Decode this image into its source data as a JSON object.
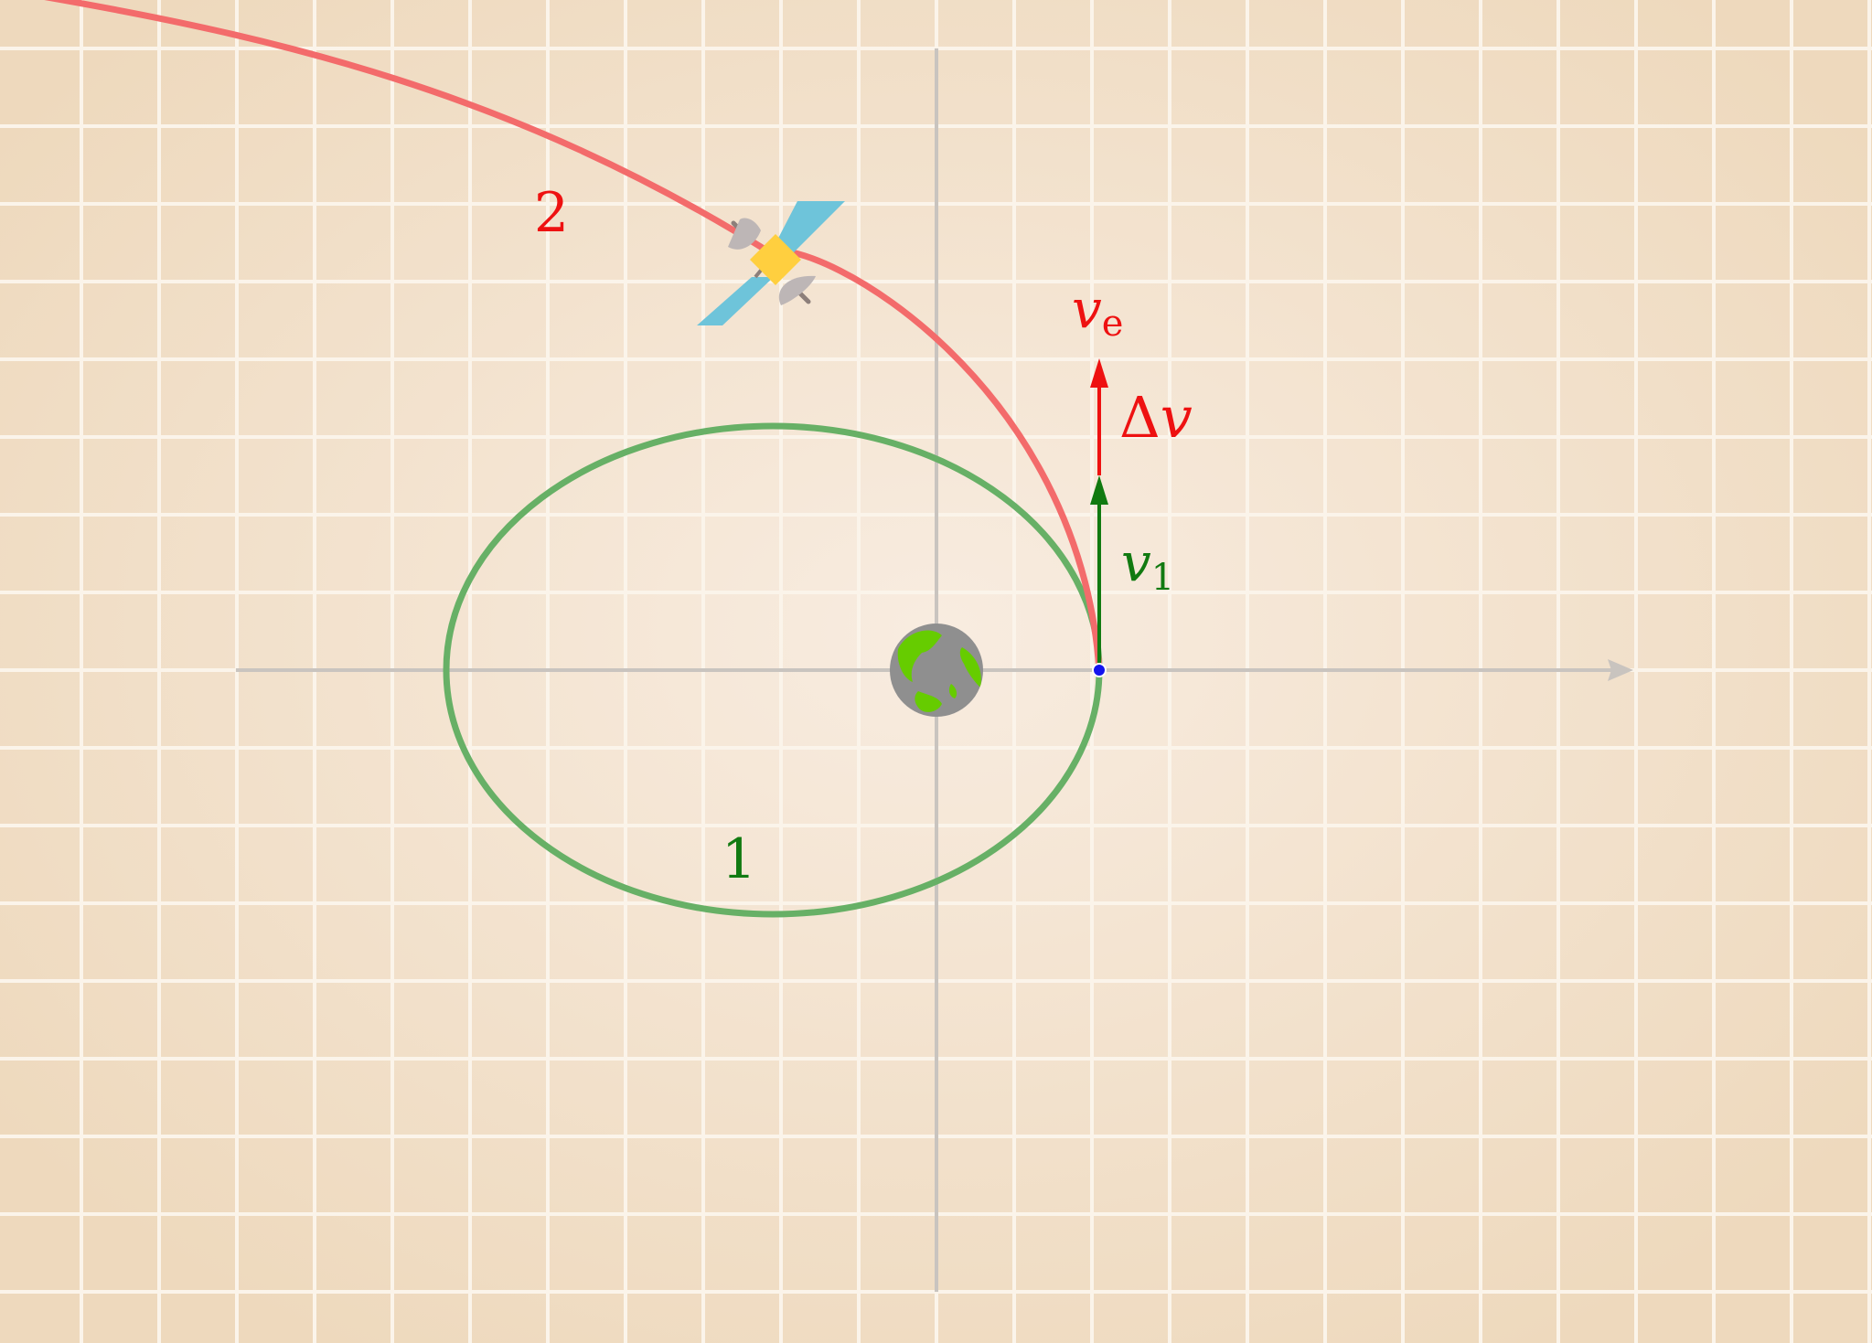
{
  "colors": {
    "background_center": "#f8ece0",
    "background_edge": "#eed9bd",
    "grid": "#fbf4ea",
    "axis": "#c9c4bf",
    "orbit1": "#67b066",
    "orbit2": "#f36b6b",
    "v1_arrow": "#117a11",
    "dv_arrow": "#ee1111",
    "point": "#1414ee",
    "earth_ocean": "#8f8f8f",
    "earth_land": "#66cc00",
    "sat_body": "#ffcf3f",
    "sat_panel": "#6ec4da",
    "sat_dish": "#bdb6b6"
  },
  "icons": {
    "earth": "earth-icon",
    "satellite": "satellite-icon"
  },
  "labels": {
    "orbit1": "1",
    "orbit2": "2",
    "v1_base": "v",
    "v1_sub": "1",
    "dv_delta": "Δ",
    "dv_var": "v",
    "ve_base": "v",
    "ve_sub": "e"
  }
}
